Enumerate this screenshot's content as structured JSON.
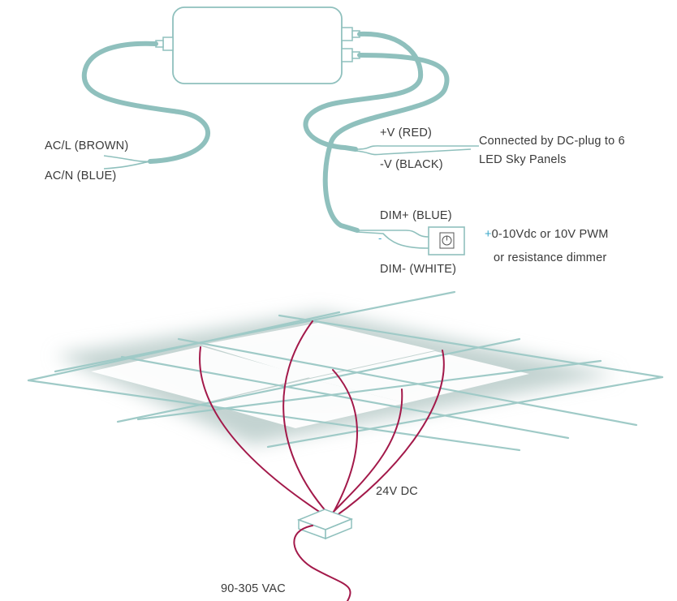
{
  "driver_wiring": {
    "ac_l": "AC/L  (BROWN)",
    "ac_n": "AC/N (BLUE)",
    "v_plus": "+V (RED)",
    "v_minus": "-V (BLACK)",
    "connected_line1": "Connected by DC-plug to 6",
    "connected_line2": "LED Sky Panels",
    "dim_plus": "DIM+ (BLUE)",
    "dim_minus": "DIM- (WHITE)",
    "dim_plus_sign": "+",
    "dim_minus_sign": "-",
    "dimmer_line1": "0-10Vdc or 10V PWM",
    "dimmer_line2": "or resistance dimmer"
  },
  "ceiling_layout": {
    "dc_label": "24V DC",
    "ac_label": "90-305 VAC"
  },
  "colors": {
    "cable": "#8fc0bd",
    "grid": "#9fcac7",
    "shadow": "#b5c7c5",
    "dc_wire": "#a3194a",
    "accent": "#3aa7c9",
    "text": "#3a3a3a"
  }
}
